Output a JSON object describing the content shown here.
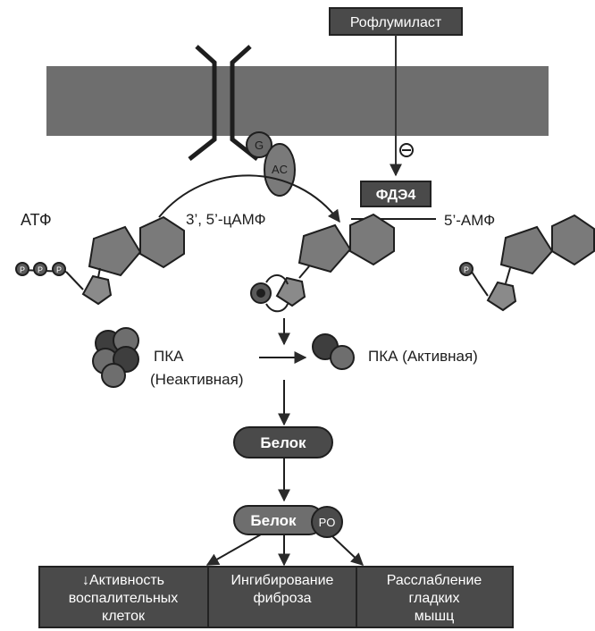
{
  "drug_box": "Рофлумиласт",
  "inhibit_symbol": "Θ",
  "enzyme_box": "ФДЭ4",
  "g_protein": "G",
  "adenylate_cyclase": "AC",
  "atp_label": "АТФ",
  "camp_label": "3’, 5’-цАМФ",
  "amp_label": "5’-АМФ",
  "phosphate": "P",
  "pka_inactive": {
    "line1": "ПКА",
    "line2": "(Неактивная)"
  },
  "pka_active": "ПКА (Активная)",
  "protein_box": "Белок",
  "phospho_protein": {
    "label": "Белок",
    "group": "PO"
  },
  "effects": [
    {
      "lines": [
        "↓Активность",
        "воспалительных",
        "клеток"
      ]
    },
    {
      "lines": [
        "Ингибирование",
        "фиброза"
      ]
    },
    {
      "lines": [
        "Расслабление",
        "гладких",
        "мышц"
      ]
    }
  ],
  "colors": {
    "membrane": "#6e6e6e",
    "dark_box": "#4a4a4a",
    "molecule": "#7a7a7a",
    "outline": "#2a2a2a"
  }
}
